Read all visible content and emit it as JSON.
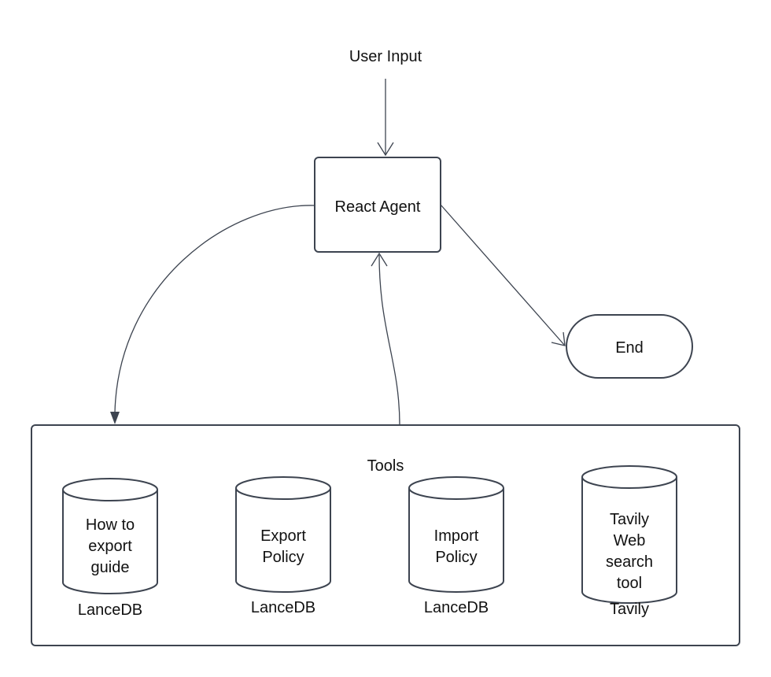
{
  "nodes": {
    "user_input": "User Input",
    "react_agent": "React Agent",
    "end": "End",
    "tools_title": "Tools"
  },
  "tools": [
    {
      "lines": [
        "How to",
        "export",
        "guide"
      ],
      "caption": "LanceDB"
    },
    {
      "lines": [
        "Export",
        "Policy"
      ],
      "caption": "LanceDB"
    },
    {
      "lines": [
        "Import",
        "Policy"
      ],
      "caption": "LanceDB"
    },
    {
      "lines": [
        "Tavily",
        "Web",
        "search",
        "tool"
      ],
      "caption": "Tavily"
    }
  ],
  "colors": {
    "stroke": "#3d4450",
    "text": "#111111",
    "background": "#ffffff"
  }
}
